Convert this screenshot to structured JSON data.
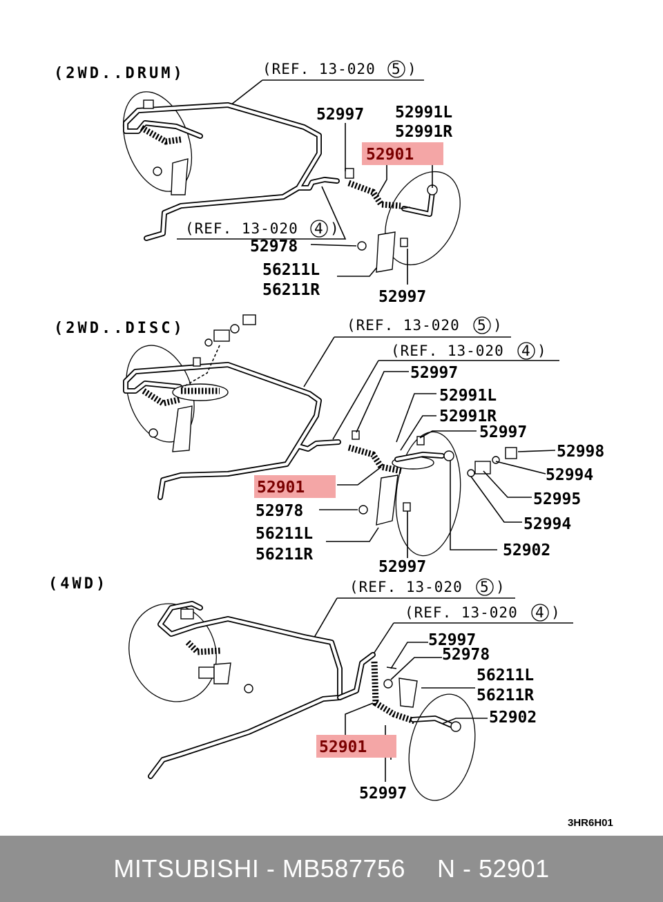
{
  "sections": {
    "drum": {
      "title": "(2WD..DRUM)",
      "ref_upper": "(REF. 13-020",
      "ref_upper_num": "5",
      "ref_lower": "(REF. 13-020",
      "ref_lower_num": "4",
      "labels": [
        "52997",
        "52991L",
        "52991R",
        "52901",
        "52978",
        "56211L",
        "56211R",
        "52997"
      ]
    },
    "disc": {
      "title": "(2WD..DISC)",
      "ref_upper": "(REF. 13-020",
      "ref_upper_num": "5",
      "ref_lower": "(REF. 13-020",
      "ref_lower_num": "4",
      "labels": [
        "52997",
        "52991L",
        "52991R",
        "52997",
        "52998",
        "52994",
        "52995",
        "52994",
        "52902",
        "52901",
        "52978",
        "56211L",
        "56211R",
        "52997"
      ]
    },
    "fourwd": {
      "title": "(4WD)",
      "ref_upper": "(REF. 13-020",
      "ref_upper_num": "5",
      "ref_lower": "(REF. 13-020",
      "ref_lower_num": "4",
      "labels": [
        "52997",
        "52978",
        "56211L",
        "56211R",
        "52902",
        "52901",
        "52997"
      ]
    }
  },
  "highlight_part": "52901",
  "highlight_color": "#f4a6a6",
  "drawing_code": "3HR6H01",
  "footer": {
    "brand": "MITSUBISHI - MB587756",
    "part": "N - 52901",
    "background": "#909090"
  }
}
